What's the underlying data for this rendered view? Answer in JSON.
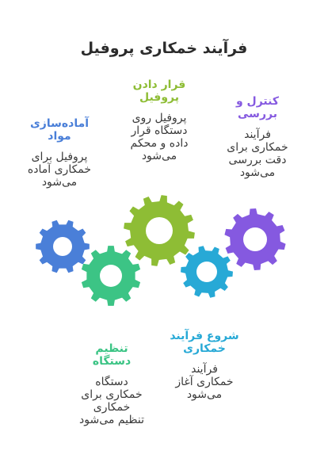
{
  "title": "فرآیند خمکاری پروفیل",
  "colors": {
    "blue": "#4A7FD8",
    "green": "#3CC485",
    "lime": "#8EBD35",
    "cyan": "#27A9D6",
    "purple": "#8559E0"
  },
  "steps": [
    {
      "id": "prepare",
      "title_lines": [
        "آماده‌سازی",
        "مواد"
      ],
      "body_lines": [
        "پروفیل برای",
        "خمکاری آماده",
        "می‌شود"
      ],
      "color": "#4A7FD8"
    },
    {
      "id": "decide",
      "title_lines": [
        "قرار دادن",
        "پروفیل"
      ],
      "body_lines": [
        "پروفیل روی",
        "دستگاه قرار",
        "داده و محکم",
        "می‌شود"
      ],
      "color": "#8EBD35"
    },
    {
      "id": "control",
      "title_lines": [
        "کنترل و",
        "بررسی"
      ],
      "body_lines": [
        "فرآیند",
        "خمکاری برای",
        "دقت بررسی",
        "می‌شود"
      ],
      "color": "#8559E0"
    },
    {
      "id": "adjust",
      "title_lines": [
        "تنظیم",
        "دستگاه"
      ],
      "body_lines": [
        "دستگاه",
        "خمکاری برای",
        "خمکاری",
        "تنظیم می‌شود"
      ],
      "color": "#3CC485"
    },
    {
      "id": "start",
      "title_lines": [
        "شروع فرآیند",
        "خمکاری"
      ],
      "body_lines": [
        "فرآیند",
        "خمکاری آغاز",
        "می‌شود"
      ],
      "color": "#27A9D6"
    }
  ]
}
